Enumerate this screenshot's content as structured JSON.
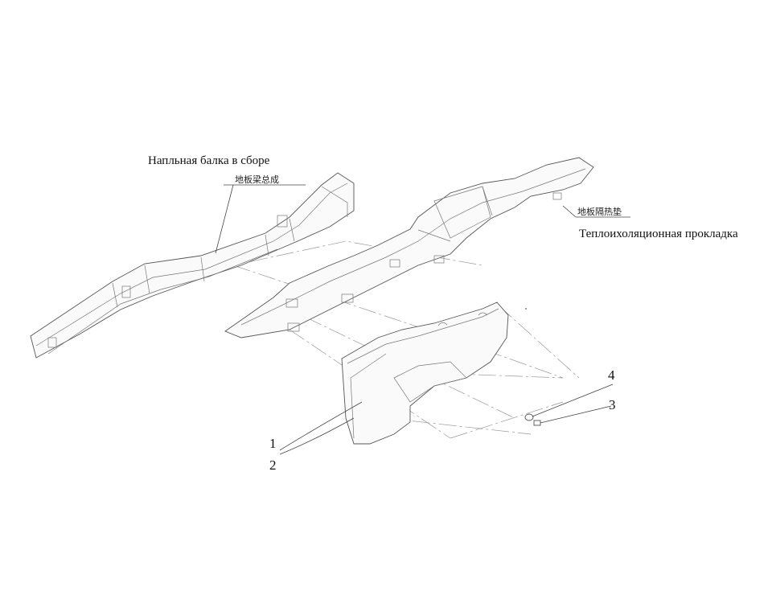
{
  "labels": {
    "floor_beam_ru": "Напльная балка в сборе",
    "floor_beam_cn": "地板梁总成",
    "insulation_cn": "地板隔热垫",
    "insulation_ru": "Теплоихоляционная прокладка",
    "callout_1": "1",
    "callout_2": "2",
    "callout_3": "3",
    "callout_4": "4"
  }
}
